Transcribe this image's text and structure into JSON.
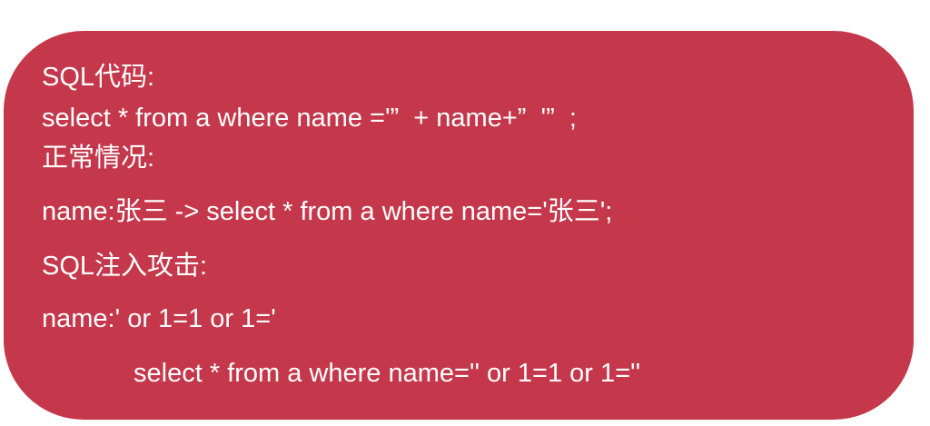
{
  "colors": {
    "panel_background": "#c5374a",
    "text": "#ffffff",
    "page_background": "#ffffff"
  },
  "content": {
    "sql_code_heading": "SQL代码:",
    "sql_code": "select * from a where name ='”  + name+”  '”  ;",
    "normal_case_heading": "正常情况:",
    "normal_case_example": "name:张三 -> select * from a where name='张三';",
    "injection_heading": "SQL注入攻击:",
    "injection_input": "name:' or 1=1 or 1='",
    "injection_result": "select * from a where name='' or 1=1 or 1=''"
  }
}
